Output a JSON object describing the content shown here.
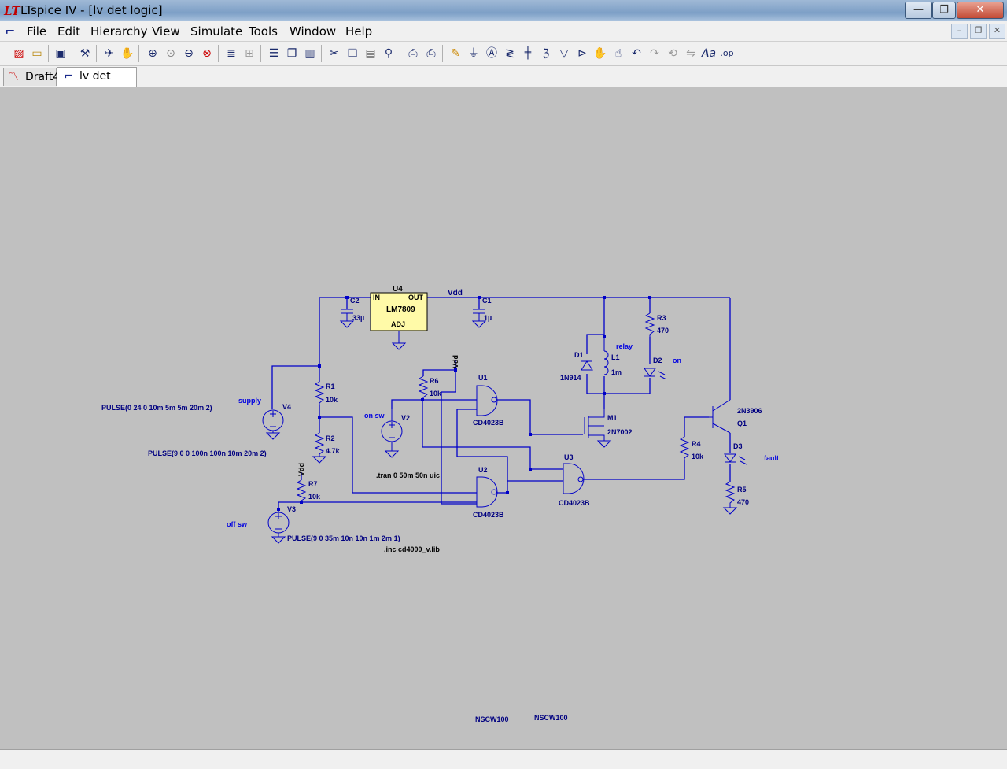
{
  "window": {
    "title": "LTspice IV - [lv det logic]",
    "controls": {
      "minimize": "—",
      "restore": "❐",
      "close": "✕"
    }
  },
  "menu": {
    "items": [
      "File",
      "Edit",
      "Hierarchy",
      "View",
      "Simulate",
      "Tools",
      "Window",
      "Help"
    ],
    "mdi": {
      "minimize": "–",
      "restore": "❐",
      "close": "✕"
    }
  },
  "toolbar": {
    "icons": [
      "new-schematic",
      "open",
      "save",
      "control-panel",
      "run",
      "pan",
      "zoom-in",
      "zoom-box",
      "zoom-out",
      "zoom-fit",
      "autorange",
      "grid",
      "tile-horizontal",
      "cascade",
      "tile-vertical",
      "cut",
      "copy",
      "paste",
      "find",
      "print-setup",
      "print",
      "wire",
      "ground",
      "label-net",
      "resistor",
      "capacitor",
      "inductor",
      "diode",
      "component",
      "move",
      "drag",
      "undo",
      "redo",
      "rotate",
      "mirror",
      "text",
      "spice-directive"
    ]
  },
  "tabs": [
    {
      "label": "Draft4",
      "icon": "waveform-icon"
    },
    {
      "label": "lv det logic",
      "icon": "schematic-icon"
    }
  ],
  "colors": {
    "wire": "#0000c8",
    "text_dark": "#000080",
    "label_blue": "#0000e0",
    "component_fill": "#fffaa8"
  },
  "schematic": {
    "u4": {
      "ref": "U4",
      "value": "LM7809",
      "in": "IN",
      "out": "OUT",
      "adj": "ADJ"
    },
    "vdd_top": "Vdd",
    "c2": {
      "ref": "C2",
      "value": "33µ"
    },
    "c1": {
      "ref": "C1",
      "value": "1µ"
    },
    "r1": {
      "ref": "R1",
      "value": "10k"
    },
    "r2": {
      "ref": "R2",
      "value": "4.7k"
    },
    "r3": {
      "ref": "R3",
      "value": "470"
    },
    "r4": {
      "ref": "R4",
      "value": "10k"
    },
    "r5": {
      "ref": "R5",
      "value": "470"
    },
    "r6": {
      "ref": "R6",
      "value": "10k"
    },
    "r7": {
      "ref": "R7",
      "value": "10k"
    },
    "v2": {
      "ref": "V2",
      "label": "on sw"
    },
    "v3": {
      "ref": "V3",
      "label": "off sw",
      "pulse": "PULSE(9 0 35m 10n 10n 1m 2m 1)"
    },
    "v4": {
      "ref": "V4",
      "label": "supply",
      "pulse": "PULSE(0 24 0 10m 5m 5m 20m 2)"
    },
    "r2_pulse": "PULSE(9 0 0 100n 100n 10m 20m 2)",
    "d1": {
      "ref": "D1",
      "value": "1N914"
    },
    "d2": {
      "ref": "D2",
      "label": "on"
    },
    "d3": {
      "ref": "D3",
      "label": "fault"
    },
    "l1": {
      "ref": "L1",
      "value": "1m",
      "label": "relay"
    },
    "m1": {
      "ref": "M1",
      "value": "2N7002"
    },
    "q1": {
      "ref": "Q1",
      "value": "2N3906"
    },
    "u1": {
      "ref": "U1",
      "value": "CD4023B"
    },
    "u2": {
      "ref": "U2",
      "value": "CD4023B"
    },
    "u3": {
      "ref": "U3",
      "value": "CD4023B"
    },
    "vdd_r6": "Vdd",
    "vdd_r7": "Vdd",
    "tran": ".tran 0 50m 50n uic",
    "inc": ".inc cd4000_v.lib",
    "nscw_a": "NSCW100",
    "nscw_b": "NSCW100"
  }
}
